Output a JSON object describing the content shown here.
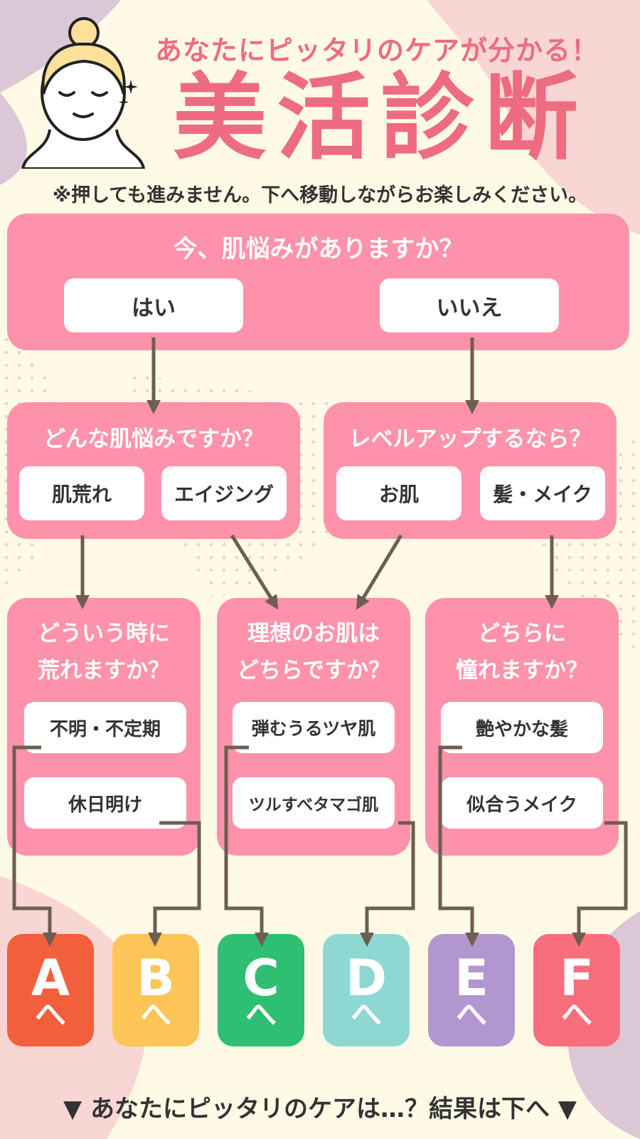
{
  "header": {
    "subtitle": "あなたにピッタリのケアが分かる！",
    "title": "美活診断",
    "notice": "※押しても進みません。下へ移動しながらお楽しみください。"
  },
  "q1": {
    "text": "今、肌悩みがありますか？",
    "yes": "はい",
    "no": "いいえ"
  },
  "q2_left": {
    "text": "どんな肌悩みですか？",
    "opt1": "肌荒れ",
    "opt2": "エイジング"
  },
  "q2_right": {
    "text": "レベルアップするなら？",
    "opt1": "お肌",
    "opt2": "髪・メイク"
  },
  "q3_a": {
    "line1": "どういう時に",
    "line2": "荒れますか？",
    "opt1": "不明・不定期",
    "opt2": "休日明け"
  },
  "q3_b": {
    "line1": "理想のお肌は",
    "line2": "どちらですか？",
    "opt1": "弾むうるツヤ肌",
    "opt2": "ツルすべタマゴ肌"
  },
  "q3_c": {
    "line1": "どちらに",
    "line2": "憧れますか？",
    "opt1": "艶やかな髪",
    "opt2": "似合うメイク"
  },
  "results": [
    {
      "letter": "A",
      "chevron": "へ",
      "color": "#F25F3C"
    },
    {
      "letter": "B",
      "chevron": "へ",
      "color": "#FDC458"
    },
    {
      "letter": "C",
      "chevron": "へ",
      "color": "#2EBF72"
    },
    {
      "letter": "D",
      "chevron": "へ",
      "color": "#8ED7D2"
    },
    {
      "letter": "E",
      "chevron": "へ",
      "color": "#B296D0"
    },
    {
      "letter": "F",
      "chevron": "へ",
      "color": "#F86E7D"
    }
  ],
  "footer": "▼ あなたにピッタリのケアは…？結果は下へ ▼",
  "colors": {
    "accent": "#EE6C80",
    "box": "#FF92AB",
    "arrow": "#6E5E50",
    "background": "#FFFAE6"
  }
}
